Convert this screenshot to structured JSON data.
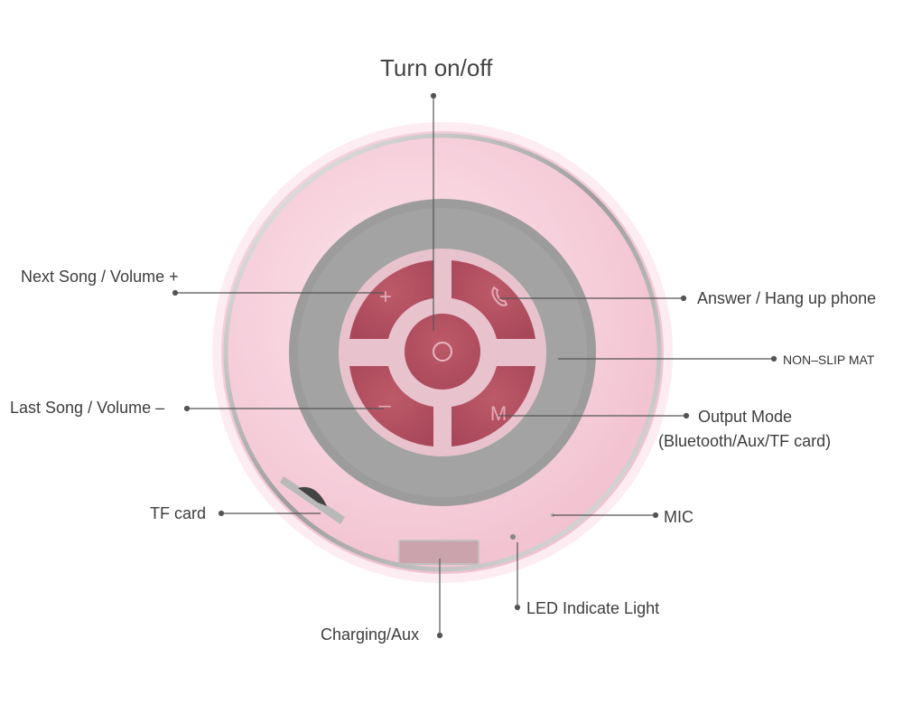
{
  "labels": {
    "turn_on_off": "Turn on/off",
    "next_song_volume_plus": "Next Song / Volume +",
    "answer_hang_up": "Answer / Hang up phone",
    "non_slip_mat": "NON–SLIP MAT",
    "last_song_volume_minus": "Last Song / Volume –",
    "output_mode": "Output Mode",
    "output_mode_detail": "(Bluetooth/Aux/TF card)",
    "tf_card": "TF card",
    "mic": "MIC",
    "led_indicate_light": "LED Indicate Light",
    "charging_aux": "Charging/Aux"
  },
  "buttons": {
    "plus_symbol": "+",
    "minus_symbol": "–",
    "mode_symbol": "M",
    "phone_icon": "phone-icon",
    "power_icon": "power-icon"
  },
  "colors": {
    "body_pink": "#f7d3de",
    "button_rose": "#b3505f",
    "button_ring": "#e9c2cc",
    "mat_gray": "#999999",
    "chrome_ring": "#c9c9c9",
    "leader_line": "#555555"
  }
}
